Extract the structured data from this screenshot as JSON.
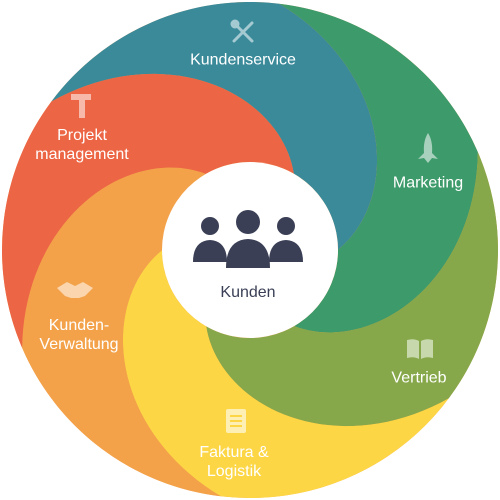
{
  "center": {
    "label": "Kunden",
    "icon": "people-group-icon"
  },
  "segments": [
    {
      "id": "kundenservice",
      "label": "Kundenservice",
      "color": "#3a8a9a",
      "icon": "tools-icon"
    },
    {
      "id": "marketing",
      "label": "Marketing",
      "color": "#3d9a6a",
      "icon": "rocket-icon"
    },
    {
      "id": "vertrieb",
      "label": "Vertrieb",
      "color": "#86a84a",
      "icon": "book-icon"
    },
    {
      "id": "faktura",
      "label": "Faktura &\nLogistik",
      "color": "#fdd645",
      "icon": "document-icon"
    },
    {
      "id": "kundenverwaltung",
      "label": "Kunden-\nVerwaltung",
      "color": "#f3a24a",
      "icon": "handshake-icon"
    },
    {
      "id": "projektmanagement",
      "label": "Projekt\nmanagement",
      "color": "#ec6544",
      "icon": "hammer-icon"
    }
  ]
}
